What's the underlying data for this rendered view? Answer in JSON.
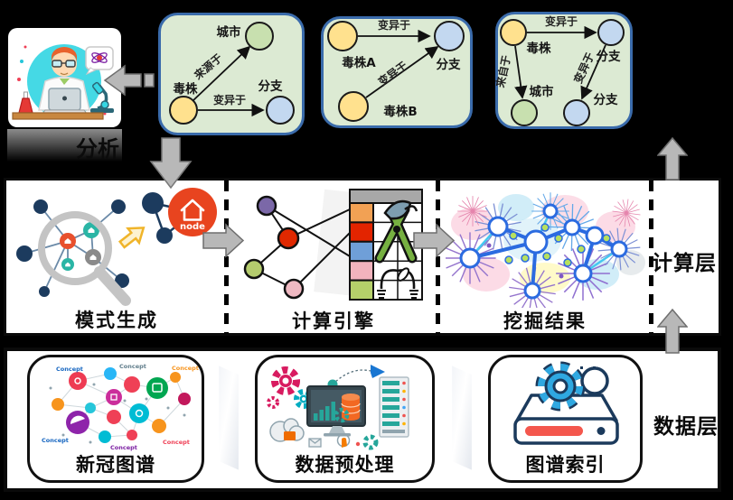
{
  "analyst": {
    "label": "分析"
  },
  "knowledge_graphs": [
    {
      "nodes": [
        {
          "label": "毒株"
        },
        {
          "label": "城市"
        },
        {
          "label": "分支"
        }
      ],
      "edges": [
        {
          "label": "来源于"
        },
        {
          "label": "变异于"
        }
      ]
    },
    {
      "nodes": [
        {
          "label": "毒株A"
        },
        {
          "label": "毒株B"
        },
        {
          "label": "分支"
        }
      ],
      "edges": [
        {
          "label": "变异于"
        },
        {
          "label": "变异于"
        }
      ]
    },
    {
      "nodes": [
        {
          "label": "毒株"
        },
        {
          "label": "分支"
        },
        {
          "label": "城市"
        },
        {
          "label": "分支"
        }
      ],
      "edges": [
        {
          "label": "变异于"
        },
        {
          "label": "来自于"
        },
        {
          "label": "变异于"
        }
      ]
    }
  ],
  "compute_layer": {
    "label": "计算层",
    "panels": [
      {
        "label": "模式生成"
      },
      {
        "label": "计算引擎"
      },
      {
        "label": "挖掘结果"
      }
    ],
    "node_badge": "node"
  },
  "data_layer": {
    "label": "数据层",
    "panels": [
      {
        "label": "新冠图谱"
      },
      {
        "label": "数据预处理"
      },
      {
        "label": "图谱索引"
      }
    ],
    "concept_tag": "Concept"
  },
  "colors": {
    "background": "#000000",
    "graph_box_fill": "#dcead3",
    "graph_box_border": "#3a6bab",
    "node_yellow": "#ffe18e",
    "node_green": "#c8e0af",
    "node_blue": "#c3d8f0",
    "node_logo_red": "#e8441f",
    "flow_arrow_gray": "#b8b8b8",
    "index_blue": "#2fa8e1",
    "index_navy": "#1b3a5c",
    "slot_red": "#f4574d"
  }
}
